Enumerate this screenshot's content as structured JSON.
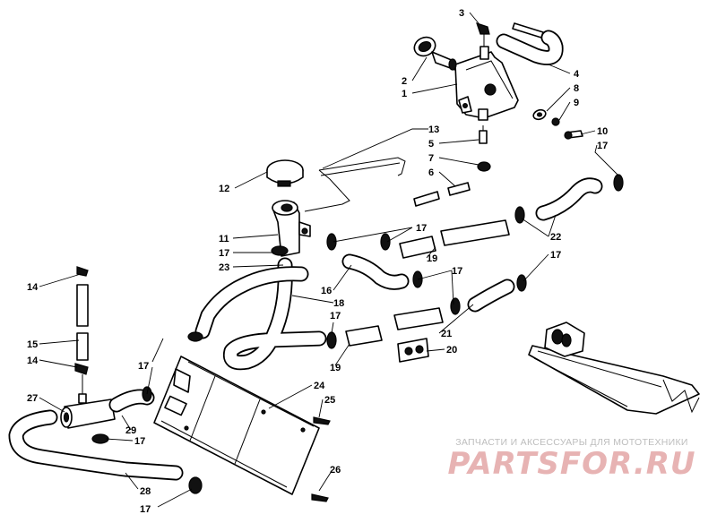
{
  "callouts": {
    "c1": "1",
    "c2": "2",
    "c3": "3",
    "c4": "4",
    "c5": "5",
    "c6": "6",
    "c7": "7",
    "c8": "8",
    "c9": "9",
    "c10": "10",
    "c11": "11",
    "c12": "12",
    "c13": "13",
    "c14a": "14",
    "c14b": "14",
    "c15": "15",
    "c16": "16",
    "c17a": "17",
    "c17b": "17",
    "c17c": "17",
    "c17d": "17",
    "c17e": "17",
    "c17f": "17",
    "c17g": "17",
    "c17h": "17",
    "c17i": "17",
    "c18": "18",
    "c19a": "19",
    "c19b": "19",
    "c20": "20",
    "c21": "21",
    "c22": "22",
    "c23": "23",
    "c24": "24",
    "c25": "25",
    "c26": "26",
    "c27": "27",
    "c28": "28",
    "c29": "29"
  },
  "watermark": {
    "line1": "ЗАПЧАСТИ И АКСЕССУАРЫ ДЛЯ МОТОТЕХНИКИ",
    "line2": "PARTSFOR.RU"
  },
  "colors": {
    "ink": "#000000",
    "paper": "#ffffff",
    "watermark_red": "#e7b3b3",
    "watermark_grey": "#bdbdbd"
  }
}
